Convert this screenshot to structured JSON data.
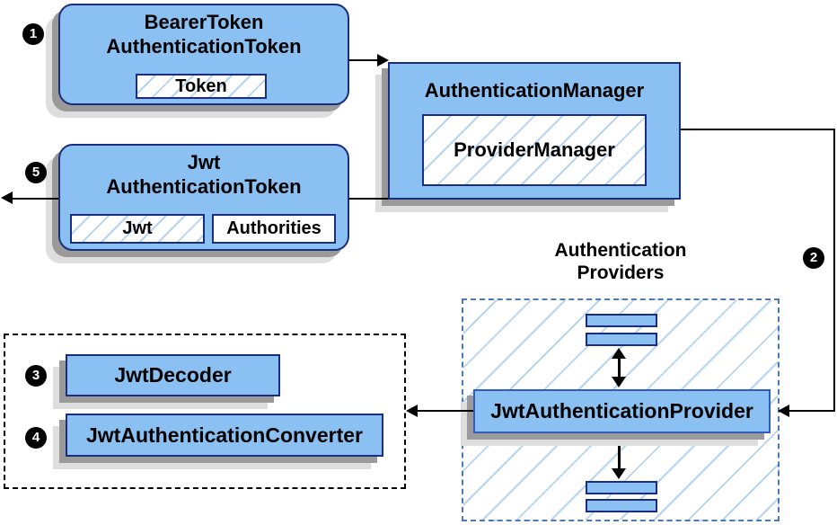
{
  "badges": [
    {
      "label": "1"
    },
    {
      "label": "2"
    },
    {
      "label": "3"
    },
    {
      "label": "4"
    },
    {
      "label": "5"
    }
  ],
  "nodes": {
    "bearer_token": {
      "title_line1": "BearerToken",
      "title_line2": "AuthenticationToken",
      "field": "Token"
    },
    "authentication_manager": {
      "title": "AuthenticationManager",
      "field": "ProviderManager"
    },
    "jwt_authentication_token": {
      "title_line1": "Jwt",
      "title_line2": "AuthenticationToken",
      "field1": "Jwt",
      "field2": "Authorities"
    },
    "jwt_authentication_provider": {
      "title": "JwtAuthenticationProvider"
    },
    "jwt_decoder": {
      "title": "JwtDecoder"
    },
    "jwt_authentication_converter": {
      "title": "JwtAuthenticationConverter"
    }
  },
  "labels": {
    "providers_group_line1": "Authentication",
    "providers_group_line2": "Providers"
  },
  "colors": {
    "node_fill": "#8BC1F2",
    "node_border": "#1B2D7E",
    "provider_border": "#2F5CBF",
    "group_dash_blue": "#4E79B8",
    "hatch_line": "#B6D4F2",
    "shadow_dark": "#9A9A9A",
    "shadow_light": "#DEDEDE",
    "connector": "#000000",
    "badge_bg": "#000000",
    "badge_text": "#FFFFFF"
  }
}
